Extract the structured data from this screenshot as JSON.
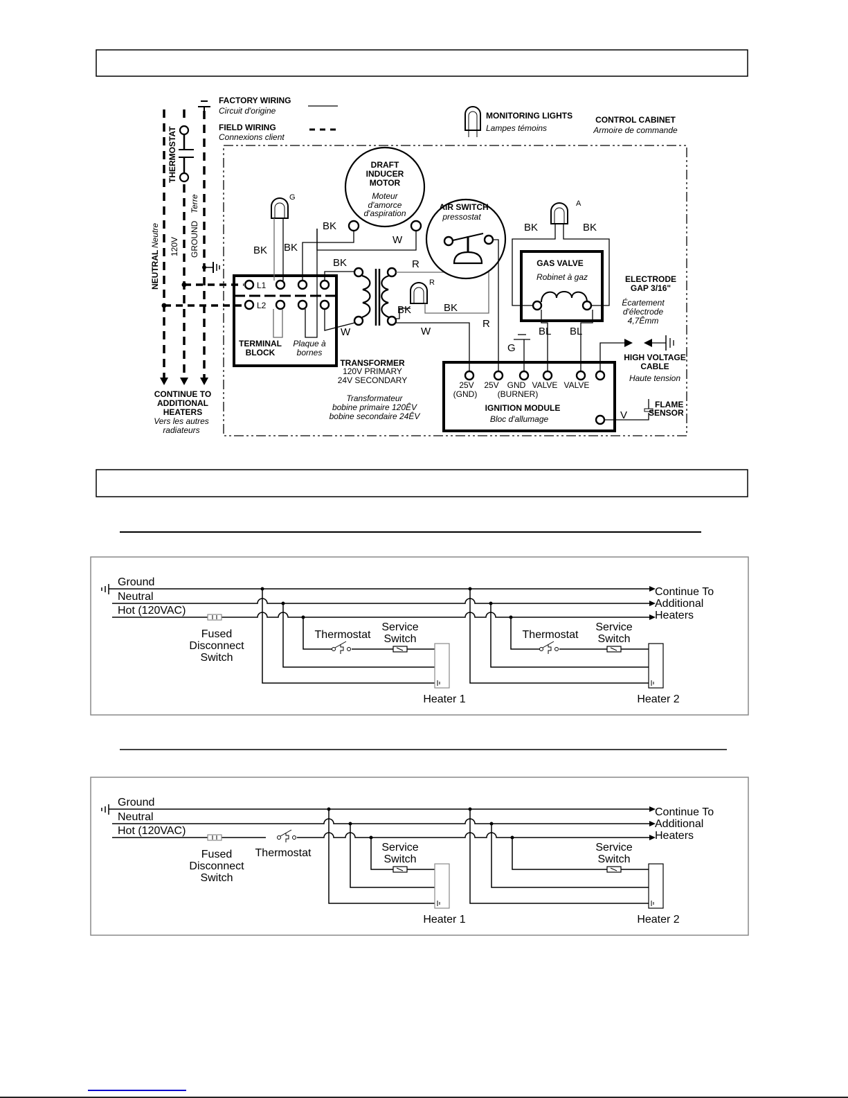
{
  "page": {
    "header_box_1_text": "",
    "header_box_2_text": ""
  },
  "legend": {
    "factory_wiring": "FACTORY WIRING",
    "factory_wiring_fr": "Circuit d'origine",
    "field_wiring": "FIELD WIRING",
    "field_wiring_fr": "Connexions client",
    "monitoring_lights": "MONITORING LIGHTS",
    "monitoring_lights_fr": "Lampes témoins",
    "control_cabinet": "CONTROL CABINET",
    "control_cabinet_fr": "Armoire de commande"
  },
  "field_lines": {
    "thermostat": "THERMOSTAT",
    "neutral": "NEUTRAL",
    "neutral_fr": "Neutre",
    "v120": "120V",
    "ground": "GROUND",
    "ground_fr": "Terre",
    "continue_1": "CONTINUE TO",
    "continue_2": "ADDITIONAL",
    "continue_3": "HEATERS",
    "continue_fr_1": "Vers les autres",
    "continue_fr_2": "radiateurs"
  },
  "components": {
    "draft_motor": [
      "DRAFT",
      "INDUCER",
      "MOTOR"
    ],
    "draft_motor_fr": [
      "Moteur",
      "d'amorce",
      "d'aspiration"
    ],
    "air_switch": "AIR SWITCH",
    "air_switch_fr": "pressostat",
    "gas_valve": "GAS VALVE",
    "gas_valve_fr": "Robinet à gaz",
    "electrode_1": "ELECTRODE",
    "electrode_2": "GAP 3/16\"",
    "electrode_fr": [
      "Écartement",
      "d'électrode",
      "4,7Êmm"
    ],
    "hv_cable_1": "HIGH VOLTAGE",
    "hv_cable_2": "CABLE",
    "hv_cable_fr": "Haute tension",
    "terminal_block_1": "TERMINAL",
    "terminal_block_2": "BLOCK",
    "terminal_block_fr_1": "Plaque à",
    "terminal_block_fr_2": "bornes",
    "transformer": [
      "TRANSFORMER",
      "120V PRIMARY",
      "24V SECONDARY"
    ],
    "transformer_fr": [
      "Transformateur",
      "bobine primaire 120ÊV",
      "bobine secondaire 24ÊV"
    ],
    "ignition_module": "IGNITION MODULE",
    "ignition_module_fr": "Bloc d'allumage",
    "flame_sensor_1": "FLAME",
    "flame_sensor_2": "SENSOR",
    "terminals": [
      "25V",
      "25V",
      "GND",
      "VALVE",
      "VALVE"
    ],
    "terminals_sub": [
      "(GND)",
      "(BURNER)"
    ],
    "l1": "L1",
    "l2": "L2"
  },
  "wire_labels": {
    "bk": "BK",
    "w": "W",
    "r": "R",
    "bl": "BL",
    "g": "G",
    "v": "V",
    "a": "A"
  },
  "diagram_2": {
    "ground": "Ground",
    "neutral": "Neutral",
    "hot": "Hot (120VAC)",
    "fused_1": "Fused",
    "fused_2": "Disconnect",
    "fused_3": "Switch",
    "thermostat": "Thermostat",
    "service_1": "Service",
    "service_2": "Switch",
    "heater_1": "Heater 1",
    "heater_2": "Heater 2",
    "continue_1": "Continue To",
    "continue_2": "Additional",
    "continue_3": "Heaters"
  },
  "diagram_3": {
    "ground": "Ground",
    "neutral": "Neutral",
    "hot": "Hot (120VAC)",
    "fused_1": "Fused",
    "fused_2": "Disconnect",
    "fused_3": "Switch",
    "thermostat": "Thermostat",
    "service_1": "Service",
    "service_2": "Switch",
    "heater_1": "Heater 1",
    "heater_2": "Heater 2",
    "continue_1": "Continue To",
    "continue_2": "Additional",
    "continue_3": "Heaters"
  }
}
